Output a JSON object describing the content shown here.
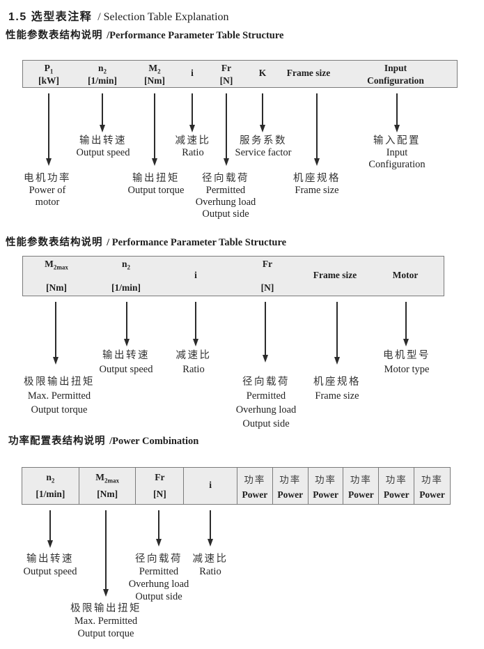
{
  "page": {
    "title": {
      "cn": "1.5 选型表注释",
      "en": "/  Selection Table Explanation"
    }
  },
  "sections": [
    {
      "heading": {
        "cn": "性能参数表结构说明",
        "en": "/Performance Parameter Table Structure"
      },
      "columns": [
        {
          "base": "P",
          "sub": "1",
          "unit": "[kW]"
        },
        {
          "base": "n",
          "sub": "2",
          "unit": "[1/min]"
        },
        {
          "base": "M",
          "sub": "2",
          "unit": "[Nm]"
        },
        {
          "base": "i",
          "sub": "",
          "unit": ""
        },
        {
          "base": "Fr",
          "sub": "",
          "unit": "[N]"
        },
        {
          "base": "K",
          "sub": "",
          "unit": ""
        },
        {
          "base": "Frame size",
          "sub": "",
          "unit": ""
        },
        {
          "base": "Input",
          "sub": "",
          "unit": "Configuration"
        }
      ],
      "callouts": [
        {
          "lines": [
            "电机功率",
            "Power of",
            "motor"
          ]
        },
        {
          "lines": [
            "输出转速",
            "Output speed"
          ]
        },
        {
          "lines": [
            "输出扭矩",
            "Output torque"
          ]
        },
        {
          "lines": [
            "减速比",
            "Ratio"
          ]
        },
        {
          "lines": [
            "径向载荷",
            "Permitted",
            "Overhung load",
            "Output side"
          ]
        },
        {
          "lines": [
            "服务系数",
            "Service factor"
          ]
        },
        {
          "lines": [
            "机座规格",
            "Frame size"
          ]
        },
        {
          "lines": [
            "输入配置",
            "Input",
            "Configuration"
          ]
        }
      ]
    },
    {
      "heading": {
        "cn": "性能参数表结构说明",
        "en": "/ Performance Parameter Table Structure"
      },
      "columns": [
        {
          "base": "M",
          "sub": "2max",
          "unit": "[Nm]"
        },
        {
          "base": "n",
          "sub": "2",
          "unit": "[1/min]"
        },
        {
          "base": "i",
          "sub": "",
          "unit": ""
        },
        {
          "base": "Fr",
          "sub": "",
          "unit": "[N]"
        },
        {
          "base": "Frame size",
          "sub": "",
          "unit": ""
        },
        {
          "base": "Motor",
          "sub": "",
          "unit": ""
        }
      ],
      "callouts": [
        {
          "lines": [
            "极限输出扭矩",
            "Max. Permitted",
            "Output  torque"
          ]
        },
        {
          "lines": [
            "输出转速",
            "Output speed"
          ]
        },
        {
          "lines": [
            "减速比",
            "Ratio"
          ]
        },
        {
          "lines": [
            "径向载荷",
            "Permitted",
            "Overhung load",
            "Output side"
          ]
        },
        {
          "lines": [
            "机座规格",
            "Frame size"
          ]
        },
        {
          "lines": [
            "电机型号",
            "Motor type"
          ]
        }
      ]
    },
    {
      "heading": {
        "cn": "功率配置表结构说明",
        "en": "/Power Combination"
      },
      "columns": [
        {
          "base": "n",
          "sub": "2",
          "unit": "[1/min]"
        },
        {
          "base": "M",
          "sub": "2max",
          "unit": "[Nm]"
        },
        {
          "base": "Fr",
          "sub": "",
          "unit": "[N]"
        },
        {
          "base": "i",
          "sub": "",
          "unit": ""
        },
        {
          "base": "功率",
          "sub": "",
          "unit": "Power"
        },
        {
          "base": "功率",
          "sub": "",
          "unit": "Power"
        },
        {
          "base": "功率",
          "sub": "",
          "unit": "Power"
        },
        {
          "base": "功率",
          "sub": "",
          "unit": "Power"
        },
        {
          "base": "功率",
          "sub": "",
          "unit": "Power"
        },
        {
          "base": "功率",
          "sub": "",
          "unit": "Power"
        }
      ],
      "callouts": [
        {
          "lines": [
            "输出转速",
            "Output speed"
          ]
        },
        {
          "lines": [
            "极限输出扭矩",
            "Max. Permitted",
            "Output  torque"
          ]
        },
        {
          "lines": [
            "径向载荷",
            "Permitted",
            "Overhung load",
            "Output side"
          ]
        },
        {
          "lines": [
            "减速比",
            "Ratio"
          ]
        }
      ]
    }
  ]
}
